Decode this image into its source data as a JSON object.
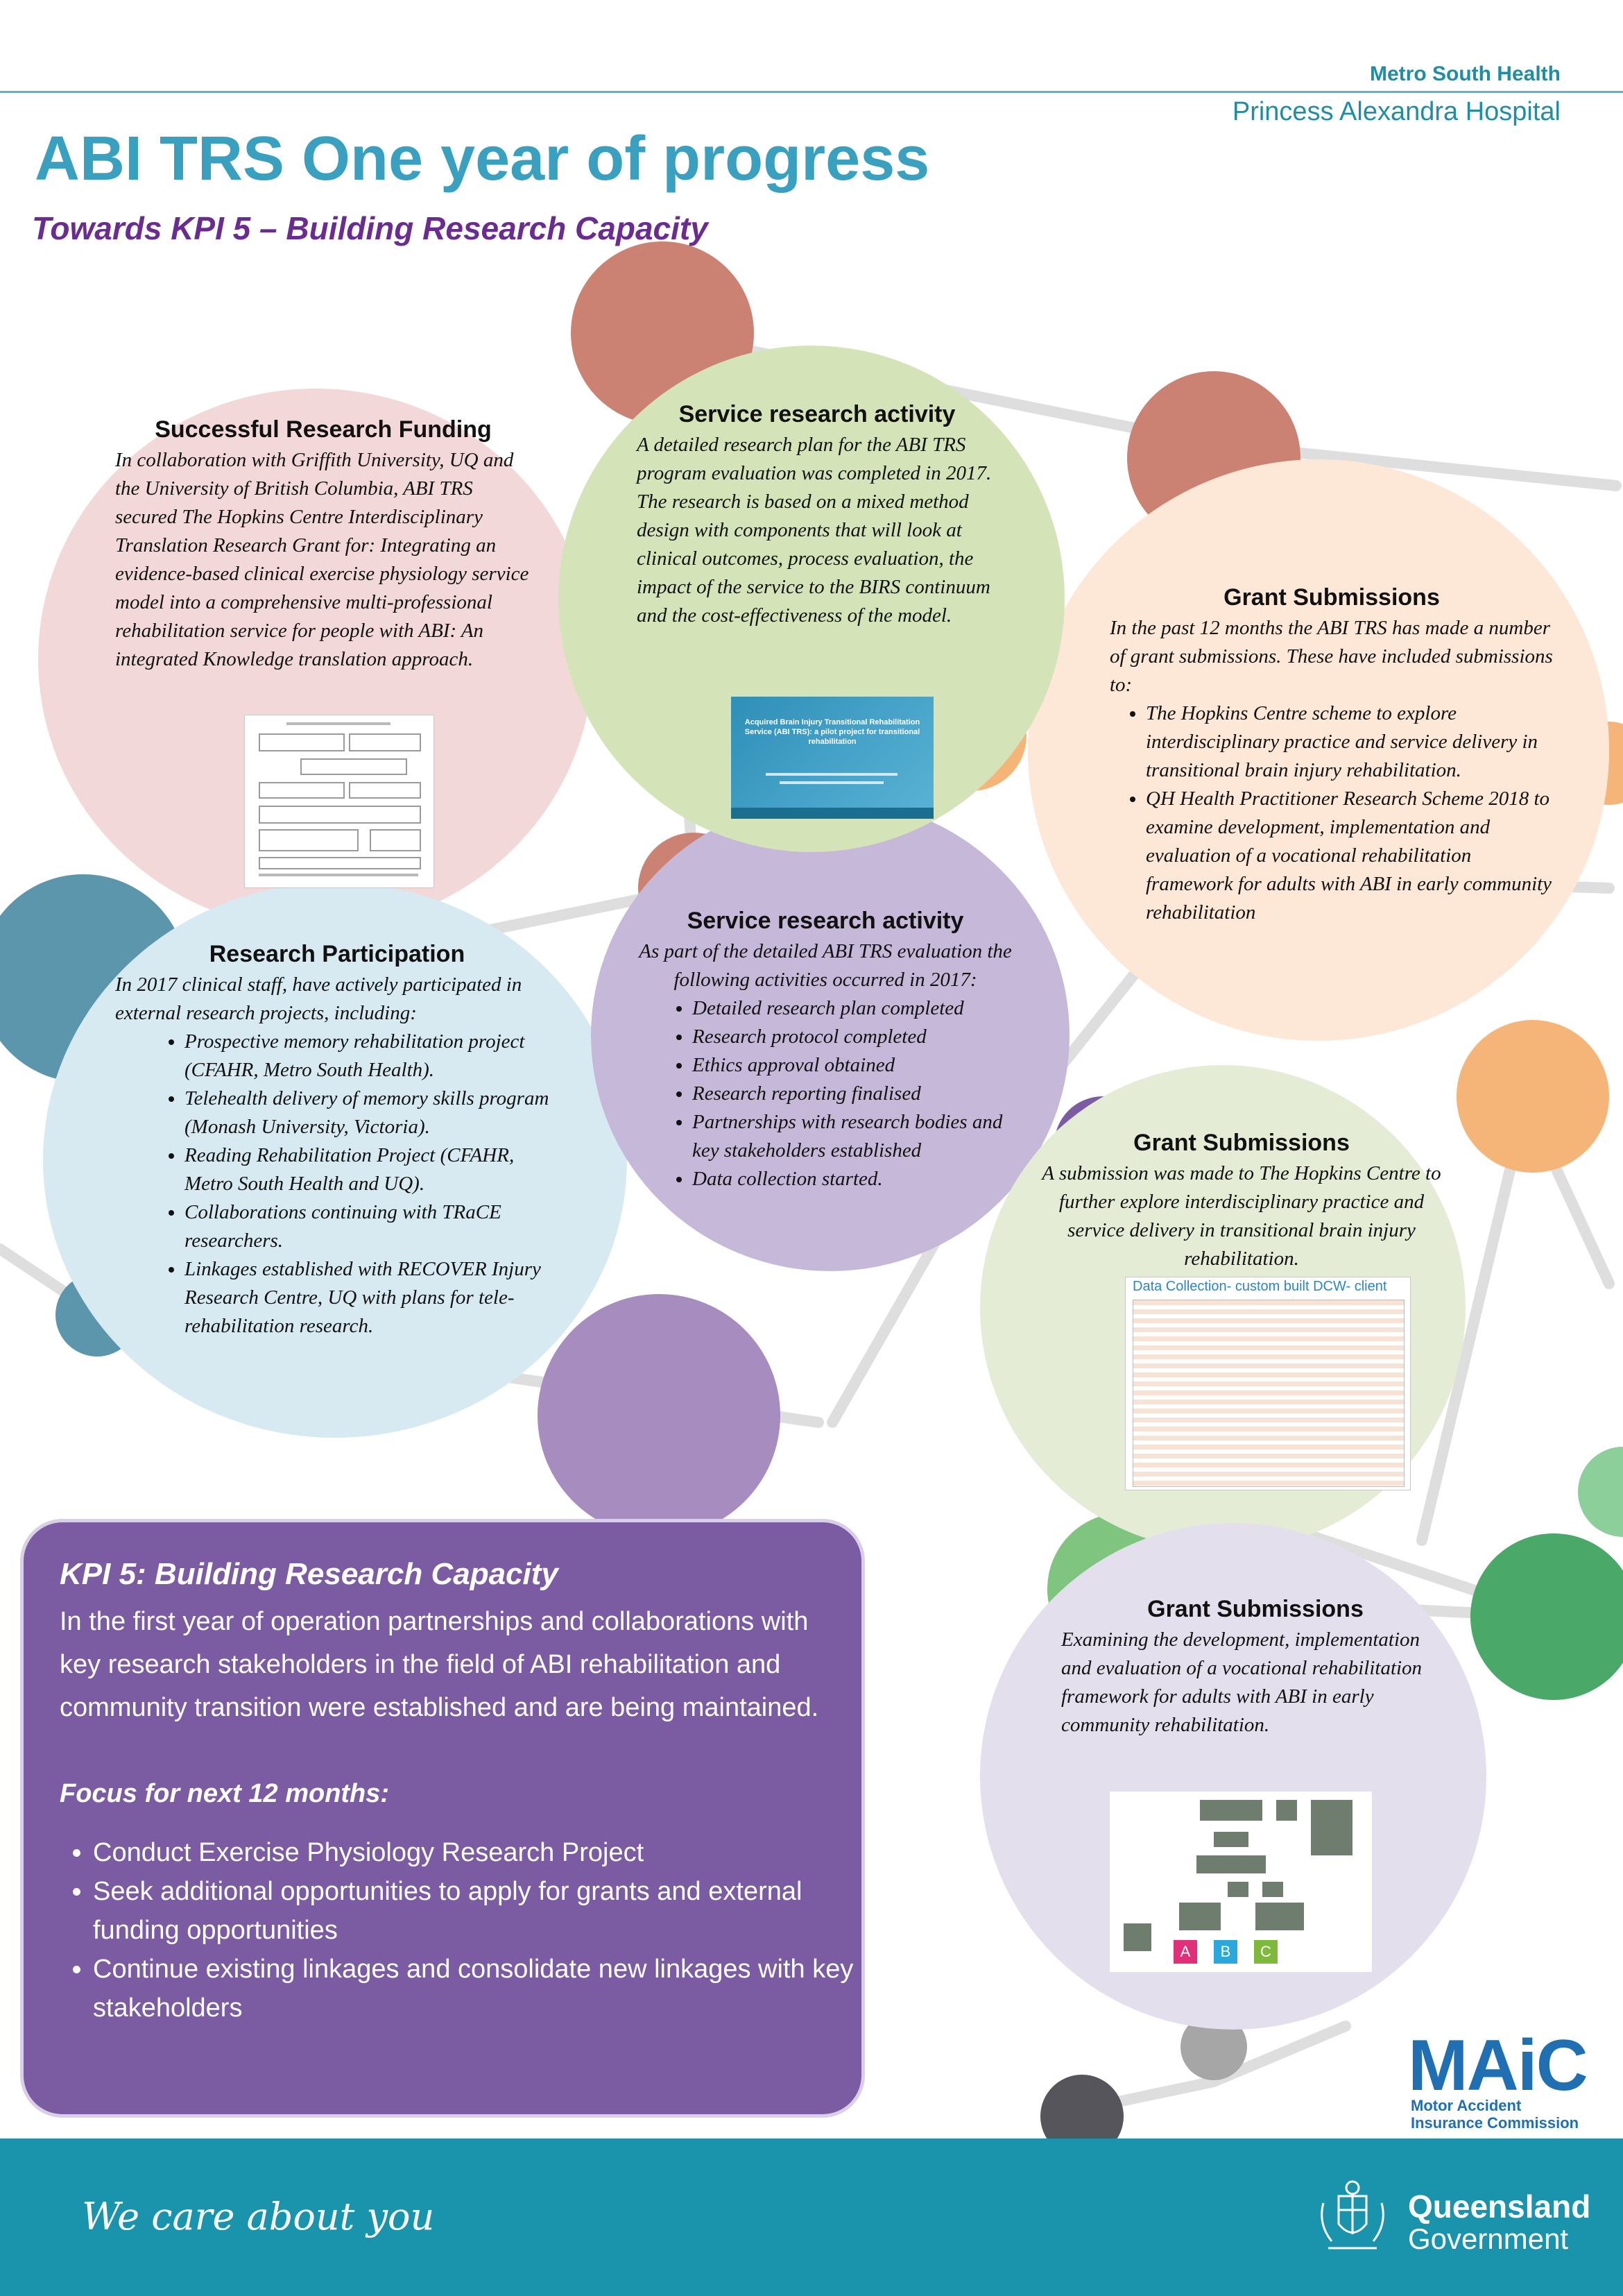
{
  "header": {
    "org_line1": "Metro South Health",
    "org_line2": "Princess Alexandra Hospital",
    "title": "ABI TRS One year of progress",
    "subtitle": "Towards KPI 5 – Building Research Capacity"
  },
  "funding": {
    "heading": "Successful Research Funding",
    "text": "In collaboration with Griffith University, UQ and the University of British Columbia, ABI TRS secured The Hopkins Centre Interdisciplinary Translation Research Grant for: Integrating an evidence-based clinical exercise physiology service model into a comprehensive multi-professional rehabilitation service for people with ABI: An integrated Knowledge translation approach."
  },
  "service1": {
    "heading": "Service research activity",
    "text": "A detailed research plan for the ABI TRS program evaluation was completed in 2017. The research is based on a mixed method design with components that will look at clinical outcomes, process evaluation, the impact of the service to the BIRS continuum and the cost-effectiveness of the model.",
    "cover_title": "Acquired Brain Injury Transitional Rehabilitation Service (ABI TRS): a pilot project for transitional rehabilitation"
  },
  "grant1": {
    "heading": "Grant Submissions",
    "intro": "In the past 12 months the ABI TRS has made a number of grant submissions. These have included submissions to:",
    "items": [
      "The Hopkins Centre scheme to explore interdisciplinary practice and service delivery in transitional brain injury rehabilitation.",
      "QH Health Practitioner Research Scheme 2018 to examine development, implementation and evaluation of a vocational rehabilitation framework for adults with ABI in early community rehabilitation"
    ]
  },
  "participation": {
    "heading": "Research Participation",
    "intro": "In 2017 clinical staff, have actively participated in external research projects, including:",
    "items": [
      "Prospective memory rehabilitation project (CFAHR, Metro South Health).",
      "Telehealth delivery of memory skills program (Monash University, Victoria).",
      "Reading Rehabilitation Project (CFAHR, Metro South Health and UQ).",
      "Collaborations continuing with TRaCE researchers.",
      "Linkages established with RECOVER Injury Research Centre, UQ with plans for tele-rehabilitation research."
    ]
  },
  "service2": {
    "heading": "Service research activity",
    "intro": "As part of the detailed ABI TRS evaluation the following activities occurred in 2017:",
    "items": [
      "Detailed research plan completed",
      "Research protocol completed",
      "Ethics approval obtained",
      "Research reporting finalised",
      "Partnerships with research bodies and key stakeholders established",
      "Data collection started."
    ]
  },
  "grant2": {
    "heading": "Grant Submissions",
    "text": "A submission was made to The Hopkins Centre to further explore interdisciplinary practice and service delivery in transitional brain injury rehabilitation.",
    "table_title": "Data Collection- custom built DCW- client"
  },
  "grant3": {
    "heading": "Grant Submissions",
    "text": "Examining the development, implementation and evaluation of a vocational rehabilitation framework for adults with ABI in early community rehabilitation.",
    "flow_labels": [
      "A",
      "B",
      "C"
    ]
  },
  "kpi": {
    "title": "KPI 5: Building Research Capacity",
    "text": "In the first year of operation partnerships and collaborations with key research stakeholders in the field of ABI rehabilitation and community transition were established and are being maintained.",
    "focus": "Focus for next 12 months:",
    "items": [
      "Conduct Exercise Physiology Research Project",
      "Seek additional opportunities to apply for grants and external funding opportunities",
      "Continue existing linkages and consolidate new linkages with key stakeholders"
    ]
  },
  "logos": {
    "maic": "MAiC",
    "maic_sub1": "Motor Accident",
    "maic_sub2": "Insurance Commission",
    "qld1": "Queensland",
    "qld2": "Government"
  },
  "footer": {
    "slogan": "We care about you"
  },
  "colors": {
    "title_blue": "#3aa0bf",
    "subtitle_purple": "#6a2c91",
    "kpi_purple": "#7b5ba2",
    "footer_teal": "#1a93ad"
  }
}
